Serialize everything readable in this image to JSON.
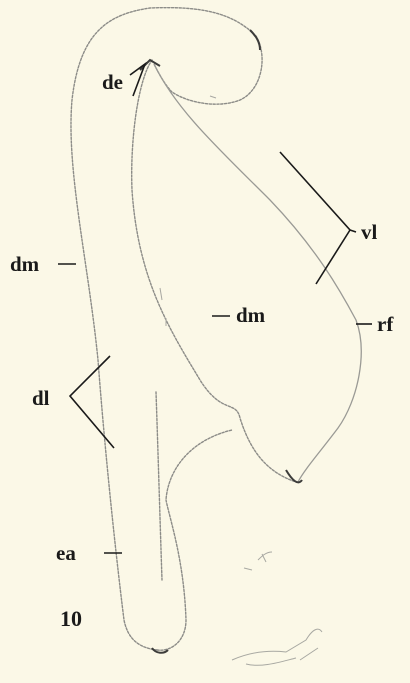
{
  "figure": {
    "number": "10",
    "labels": {
      "de": "de",
      "vl": "vl",
      "dm_left": "dm",
      "dm_center": "dm",
      "rf": "rf",
      "dl": "dl",
      "ea": "ea"
    }
  }
}
